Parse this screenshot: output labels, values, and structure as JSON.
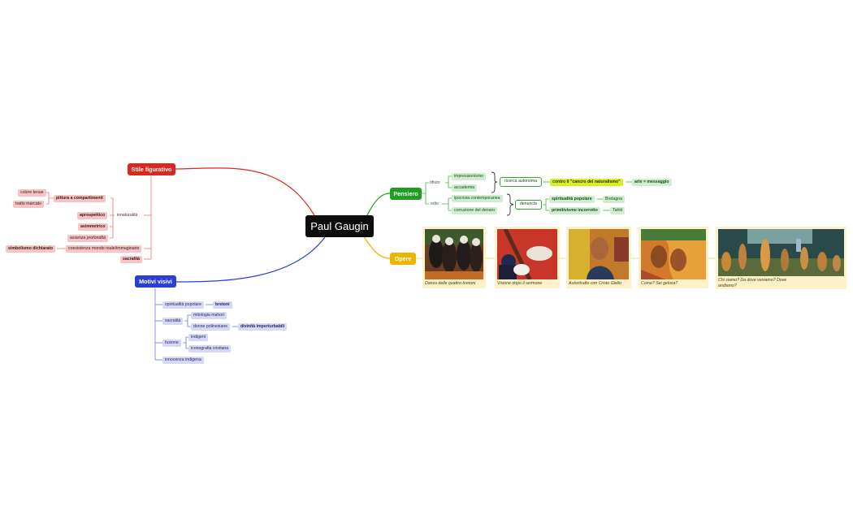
{
  "root": {
    "label": "Paul Gaugin"
  },
  "colors": {
    "stile": "#e0261c",
    "motivi": "#2a3fd6",
    "pensiero": "#1f9e1f",
    "opere": "#efb400",
    "highlight": "#d7ef1c"
  },
  "stile": {
    "label": "Stile figurativo",
    "pittura": "pittura a compartimenti",
    "colore_tenue": "colore tenue",
    "tratto_marcato": "tratto marcato",
    "innaturalita": "innaturalità",
    "aprospettico": "aprospettico",
    "asimmetrico": "asimmetrico",
    "assenza_profondita": "assenza profondità",
    "coesistenza": "coesistenza mondo reale/immaginario",
    "simbolismo": "simbolismo dichiarato",
    "sacralita": "sacralità"
  },
  "motivi": {
    "label": "Motivi visivi",
    "spiritualita": "spiritualità popolare",
    "bretoni": "bretoni",
    "sacralita": "sacralità",
    "mitologia": "mitologia mahori",
    "donne": "donne polinesiane",
    "divinita": "divinità imperturbabili",
    "fusione": "fusione",
    "indigeni": "indigeni",
    "iconografia": "iconografia cristiana",
    "innocenza": "innocenza indigena"
  },
  "pensiero": {
    "label": "Pensiero",
    "rifiuto": "rifiuto",
    "impressionismo": "impressionismo",
    "accademia": "accademia",
    "ricerca": "ricerca autonoma",
    "contro": "contro il \"cancro del naturalismo\"",
    "arte": "arte = messaggio",
    "odio": "odio",
    "ipocrisia": "ipocrisia contemporanea",
    "corruzione": "corruzione del denaro",
    "denuncia": "denuncia",
    "spiritualita": "spiritualità popolare",
    "bretagna": "Bretagna",
    "primitivismo": "primitivismo incorrotto",
    "tahiti": "Tahiti"
  },
  "opere": {
    "label": "Opere",
    "works": [
      {
        "caption": "Danza delle quattro bretoni"
      },
      {
        "caption": "Visione dopo il sermone"
      },
      {
        "caption": "Autoritratto con Cristo Giallo"
      },
      {
        "caption": "Come? Sei gelosa?"
      },
      {
        "caption": "Chi siamo? Da dove veniamo? Dove andiamo?"
      }
    ]
  }
}
